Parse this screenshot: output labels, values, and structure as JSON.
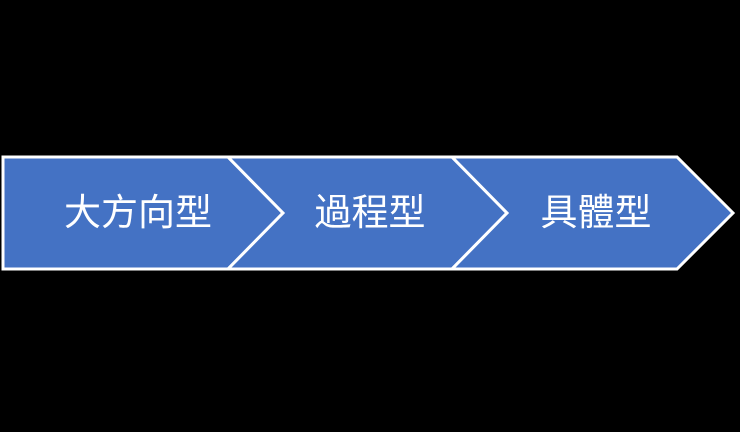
{
  "diagram": {
    "type": "chevron-process",
    "fill_color": "#4472c4",
    "stroke_color": "#ffffff",
    "background": "#000000",
    "steps": [
      {
        "label": "大方向型"
      },
      {
        "label": "過程型"
      },
      {
        "label": "具體型"
      }
    ]
  }
}
